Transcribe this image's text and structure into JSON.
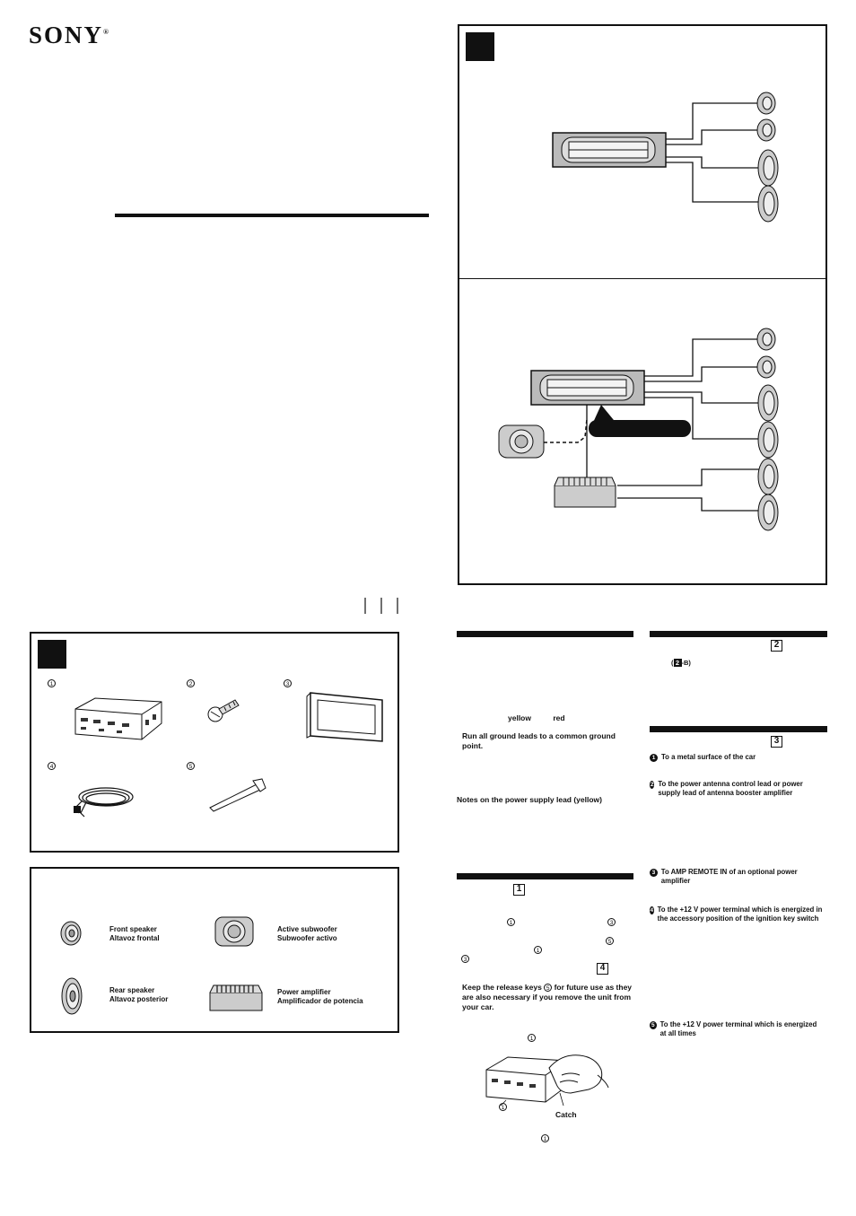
{
  "brand": {
    "logo": "SONY"
  },
  "fig_labels": {
    "fig1_parts": [
      "1",
      "2",
      "3",
      "4",
      "5"
    ]
  },
  "legend": {
    "front_speaker": [
      "Front speaker",
      "Altavoz frontal"
    ],
    "active_subwoofer": [
      "Active subwoofer",
      "Subwoofer activo"
    ],
    "rear_speaker": [
      "Rear speaker",
      "Altavoz posterior"
    ],
    "power_amplifier": [
      "Power amplifier",
      "Amplificador de potencia"
    ]
  },
  "col1": {
    "yellow": "yellow",
    "red": "red",
    "ground_note": "Run all ground leads to a common ground point.",
    "power_supply_note": "Notes on the power supply lead (yellow)",
    "release_keys_note_a": "Keep the release keys",
    "release_keys_note_b": "for future use as they are also necessary if you remove the unit from your car.",
    "release_keys_circ": "5",
    "catch_label": "Catch",
    "section1_num": "1",
    "section4_num": "4",
    "circ_refs": {
      "c1": "1",
      "c3": "3",
      "c5": "5"
    }
  },
  "col2": {
    "section2_num": "2",
    "ref_2b_num": "2",
    "ref_2b_suffix": "-B)",
    "section3_num": "3",
    "items": [
      {
        "num": "1",
        "text": "To a metal surface of the car"
      },
      {
        "num": "2",
        "text": "To the power antenna control lead or power supply lead of antenna booster amplifier"
      },
      {
        "num": "3",
        "text": "To AMP REMOTE IN of an optional power amplifier"
      },
      {
        "num": "4",
        "text": "To the +12 V power terminal which is energized in the accessory position of the ignition key switch"
      },
      {
        "num": "5",
        "text": "To the +12 V power terminal which is energized at all times"
      }
    ]
  }
}
